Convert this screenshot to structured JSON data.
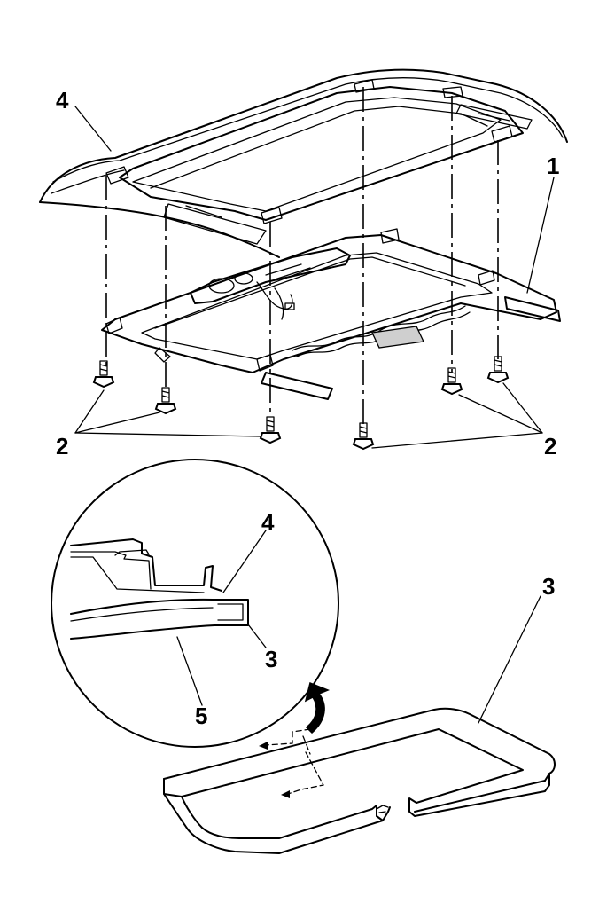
{
  "callouts": {
    "roof": "4",
    "frame": "1",
    "bolts_left": "2",
    "bolts_right": "2",
    "detail_roof": "4",
    "detail_seal": "3",
    "detail_headliner": "5",
    "seal": "3"
  }
}
